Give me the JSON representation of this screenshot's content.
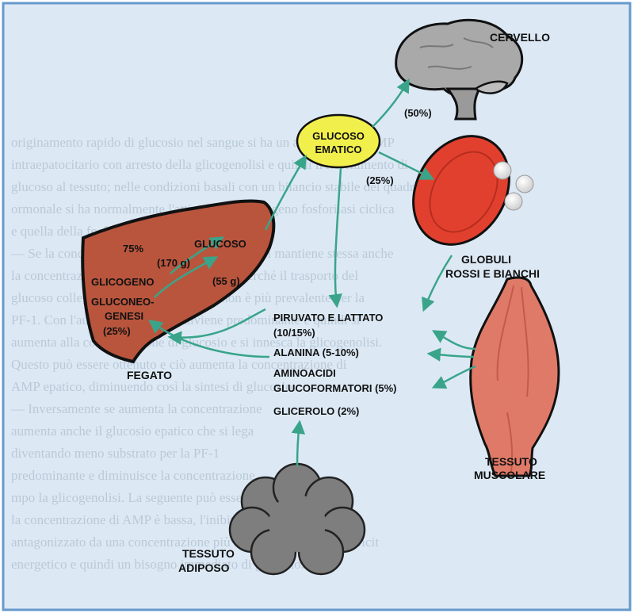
{
  "labels": {
    "cervello": "CERVELLO",
    "glucoso_ematico_1": "GLUCOSO",
    "glucoso_ematico_2": "EMATICO",
    "pct_brain": "(50%)",
    "pct_blood": "(25%)",
    "globuli_1": "GLOBULI",
    "globuli_2": "ROSSI E BIANCHI",
    "pct_75": "75%",
    "glucoso": "GLUCOSO",
    "g170": "(170 g)",
    "g55": "(55 g)",
    "glicogeno": "GLICOGENO",
    "gluconeo_1": "GLUCONEO-",
    "gluconeo_2": "GENESI",
    "pct_liver": "(25%)",
    "fegato": "FEGATO",
    "piruvato": "PIRUVATO E LATTATO",
    "piruvato_pct": "(10/15%)",
    "alanina": "ALANINA (5-10%)",
    "aminoacidi": "AMINOACIDI",
    "glucoformatori": "GLUCOFORMATORI (5%)",
    "glicerolo": "GLICEROLO (2%)",
    "tessuto_muscolare_1": "TESSUTO",
    "tessuto_muscolare_2": "MUSCOLARE",
    "tessuto_adiposo_1": "TESSUTO",
    "tessuto_adiposo_2": "ADIPOSO"
  },
  "background_text": [
    "originamento rapido di glucosio nel sangue si ha un aumento dell AMP",
    "intraepatocitario con arresto della glicogenolisi e quindi il rifornimento di",
    "glucoso al tessuto; nelle condizioni basali con un bilancio stabile del quadro",
    "ormonale si ha normalmente l'attività della glicogeno fosforilasi ciclica",
    "e quella della fosfofruttochinasi (PF-1).",
    "— Se la concentrazione di glucosio circolante si mantiene stessa anche",
    "la concentrazione di glucosio epatico. Ciò perché il trasporto del",
    "glucoso collegato alla fosforilasi a che non è più prevalente per la",
    "PF-1. Con l'aumento della PFK diviene predominante e quindi si",
    "aumenta alla concentrazione di glucosio e si innesca la glicogenolisi.",
    "Questo può essere ottenuto e ciò aumenta la concentrazione di",
    "AMP epatico, diminuendo così la sintesi di glucosio.",
    "— Inversamente se aumenta la concentrazione",
    "aumenta anche il glucosio epatico che si lega",
    "diventando meno substrato per la PF-1",
    "predominante e diminuisce la concentrazione",
    "mpo la glicogenolisi. La seguente può essere attivata da",
    "la concentrazione di AMP è bassa, l'inibitore può essere",
    "antagonizzato da una concentrazione più bassa che riflette un deficit",
    "energetico e quindi un bisogno immediato di glucosio."
  ],
  "colors": {
    "background": "#dce9f5",
    "border": "#6699cc",
    "liver": "#b9553d",
    "brain": "#a9a9a9",
    "glucose_node": "#f1ef4c",
    "red_cell": "#e2402e",
    "muscle": "#e07a68",
    "fat": "#7e7e7e",
    "arrow": "#3aa48a"
  },
  "icons": [
    "brain-icon",
    "red-blood-cell-icon",
    "white-blood-cell-icon",
    "liver-icon",
    "muscle-icon",
    "adipose-cloud-icon"
  ]
}
